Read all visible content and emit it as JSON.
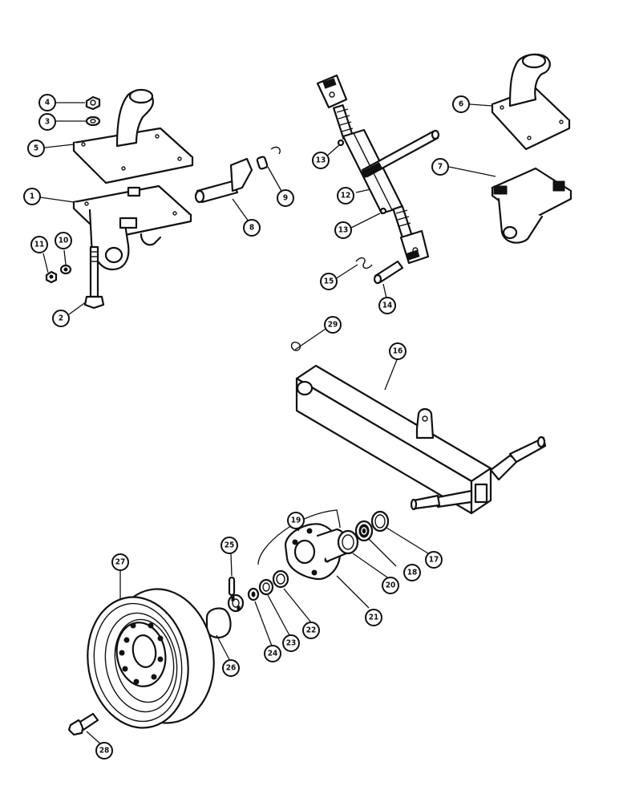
{
  "callouts": {
    "c1": "1",
    "c2": "2",
    "c3": "3",
    "c4": "4",
    "c5": "5",
    "c6": "6",
    "c7": "7",
    "c8": "8",
    "c9": "9",
    "c10": "10",
    "c11": "11",
    "c12": "12",
    "c13a": "13",
    "c13b": "13",
    "c14": "14",
    "c15": "15",
    "c16": "16",
    "c17": "17",
    "c18": "18",
    "c19": "19",
    "c20": "20",
    "c21": "21",
    "c22": "22",
    "c23": "23",
    "c24": "24",
    "c25": "25",
    "c26": "26",
    "c27": "27",
    "c28": "28",
    "c29": "29"
  }
}
